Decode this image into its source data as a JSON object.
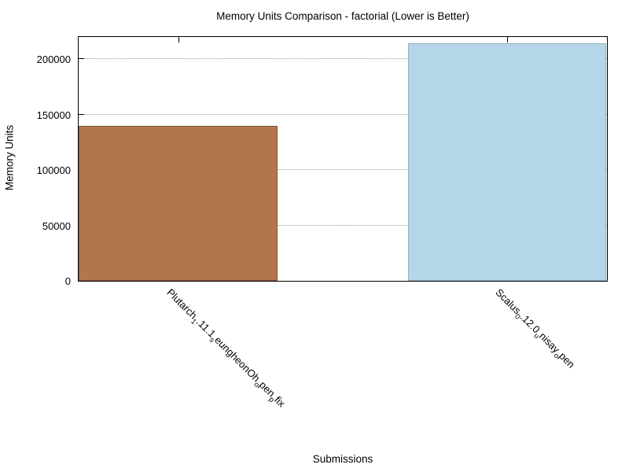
{
  "chart_data": {
    "type": "bar",
    "title": "Memory Units Comparison - factorial (Lower is Better)",
    "xlabel": "Submissions",
    "ylabel": "Memory Units",
    "ylim": [
      0,
      220000
    ],
    "yticks": [
      0,
      50000,
      100000,
      150000,
      200000
    ],
    "grid": {
      "horizontal": true,
      "style": "dotted"
    },
    "legend": "none",
    "background": "#ffffff",
    "axis_color": "#000000",
    "grid_color": "#9e9e9e",
    "bars": [
      {
        "name": "bar-plutarch",
        "value": 140000,
        "fill": "#b1764d",
        "border": "#875635",
        "label_segments": [
          {
            "t": "Plutarch"
          },
          {
            "t": "1",
            "sub": true
          },
          {
            "t": ".11.1"
          },
          {
            "t": "s",
            "sub": true
          },
          {
            "t": "eungheonOh"
          },
          {
            "t": "o",
            "sub": true
          },
          {
            "t": "pen"
          },
          {
            "t": "p",
            "sub": true
          },
          {
            "t": "fix"
          }
        ]
      },
      {
        "name": "bar-scalus",
        "value": 214000,
        "fill": "#b5d6e9",
        "border": "#93b1c2",
        "label_segments": [
          {
            "t": "Scalus"
          },
          {
            "t": "0",
            "sub": true
          },
          {
            "t": ".12.0"
          },
          {
            "t": "u",
            "sub": true
          },
          {
            "t": "nisay"
          },
          {
            "t": "o",
            "sub": true
          },
          {
            "t": "pen"
          }
        ]
      }
    ]
  }
}
